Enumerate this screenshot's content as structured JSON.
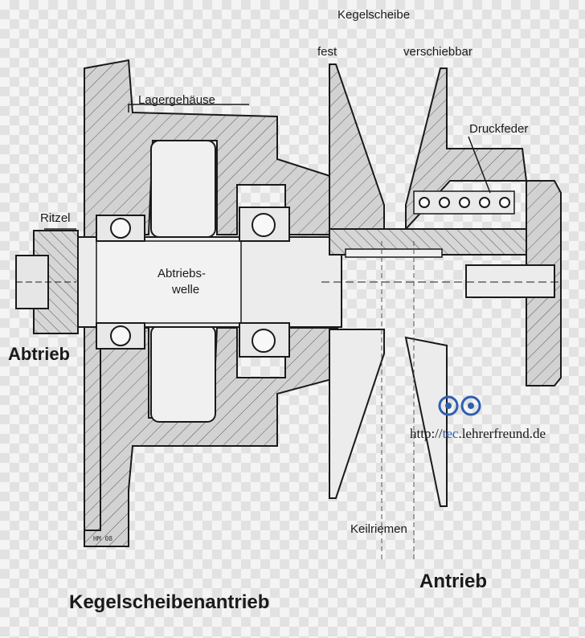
{
  "labels": {
    "kegelscheibe": "Kegelscheibe",
    "fest": "fest",
    "verschiebbar": "verschiebbar",
    "lagergehaeuse": "Lagergehäuse",
    "druckfeder": "Druckfeder",
    "ritzel": "Ritzel",
    "abtriebswelle_line1": "Abtriebs-",
    "abtriebswelle_line2": "welle",
    "abtrieb": "Abtrieb",
    "keilriemen": "Keilriemen",
    "antrieb": "Antrieb",
    "title": "Kegelscheibenantrieb"
  },
  "watermark": {
    "prefix": "http://",
    "domain": "tec",
    "rest": ".lehrerfreund.de"
  },
  "signature": "HM 08",
  "colors": {
    "line": "#1a1a1a",
    "part_fill": "#cfcfcf",
    "section_fill": "#e4e4e4",
    "watermark_blue": "#2e5fb0"
  }
}
